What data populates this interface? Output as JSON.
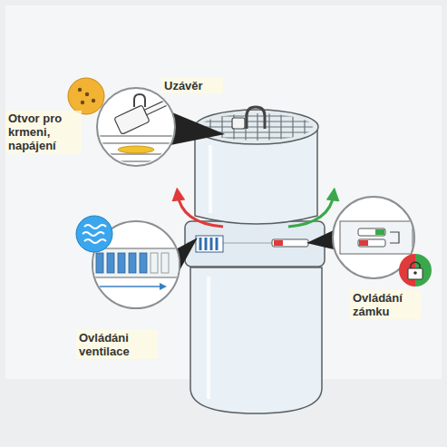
{
  "diagram": {
    "labels": [
      "Uzávěr",
      "Otvor pro krmeni, napájení",
      "Ovládání zámku",
      "Ovládáni ventilace"
    ]
  }
}
